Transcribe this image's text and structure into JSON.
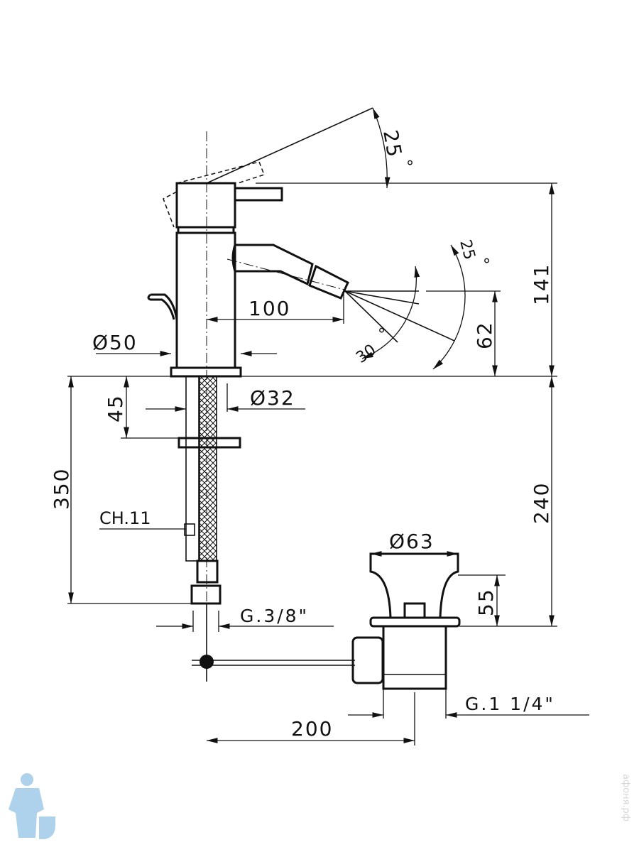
{
  "drawing": {
    "title": "Bidet mixer technical drawing",
    "dimensions": {
      "lever_angle": "25",
      "spray_angle_top": "25",
      "spray_angle_bottom": "30",
      "total_height": "141",
      "spout_height": "62",
      "spout_reach": "100",
      "base_diameter": "Ø50",
      "shank_diameter": "Ø32",
      "max_deck_thickness": "45",
      "hose_length": "350",
      "wrench_size": "CH.11",
      "below_deck": "240",
      "drain_diameter": "Ø63",
      "drain_height": "55",
      "inlet_thread": "G.3/8\"",
      "drain_thread": "G.1 1/4\"",
      "rod_length": "200",
      "degree_symbol": "°"
    }
  },
  "watermark": "афоня.рф",
  "logo": "plumber-mascot-logo",
  "colors": {
    "line": "#111111",
    "logo": "#9cc8e8",
    "watermark": "#d8d8d8"
  }
}
